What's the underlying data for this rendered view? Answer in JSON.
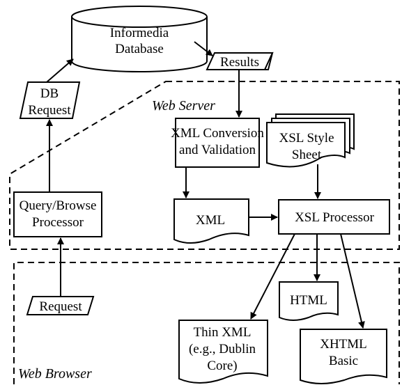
{
  "regions": {
    "web_server": "Web Server",
    "web_browser": "Web Browser"
  },
  "nodes": {
    "database": [
      "Informedia",
      "Database"
    ],
    "results": [
      "Results"
    ],
    "db_request": [
      "DB",
      "Request"
    ],
    "xml_conversion": [
      "XML Conversion",
      "and Validation"
    ],
    "xsl_style_sheet": [
      "XSL Style",
      "Sheet"
    ],
    "query_browse": [
      "Query/Browse",
      "Processor"
    ],
    "xml": [
      "XML"
    ],
    "xsl_processor": [
      "XSL Processor"
    ],
    "request": [
      "Request"
    ],
    "html": [
      "HTML"
    ],
    "thin_xml": [
      "Thin XML",
      "(e.g., Dublin",
      "Core)"
    ],
    "xhtml_basic": [
      "XHTML",
      "Basic"
    ]
  }
}
